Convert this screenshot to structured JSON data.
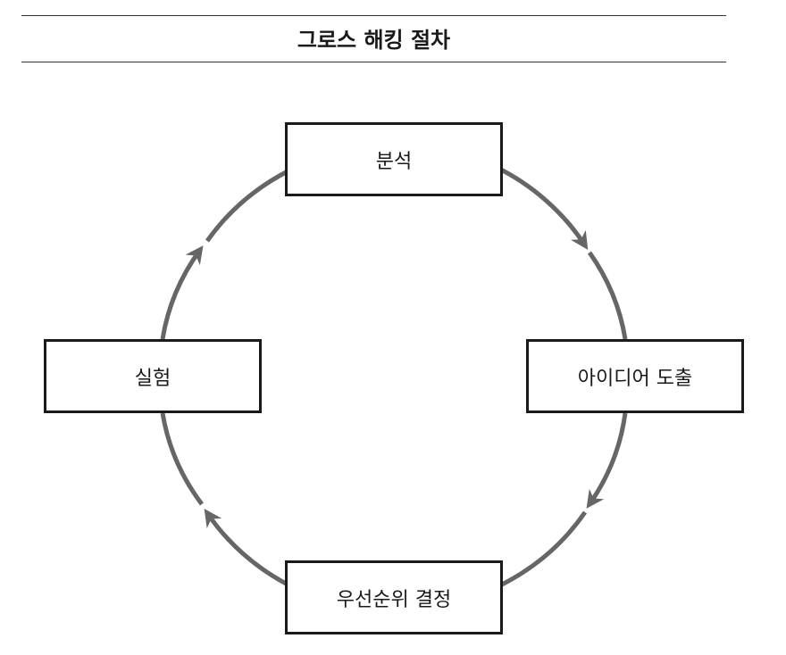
{
  "title": "그로스 해킹 절차",
  "colors": {
    "cycle_stroke": "#666666",
    "box_border": "#1a1a1a",
    "rule": "#333333"
  },
  "cycle": {
    "direction": "clockwise",
    "steps": [
      {
        "label": "분석"
      },
      {
        "label": "아이디어 도출"
      },
      {
        "label": "우선순위 결정"
      },
      {
        "label": "실험"
      }
    ]
  }
}
